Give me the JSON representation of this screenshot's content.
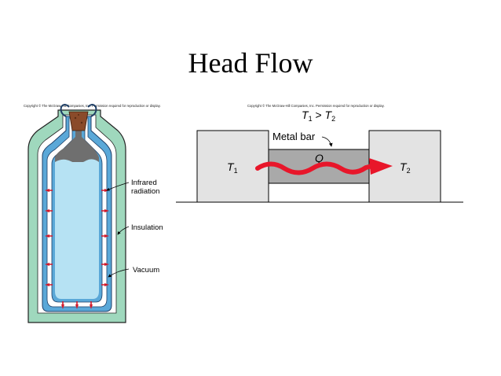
{
  "title": "Head Flow",
  "copyright_left": "Copyright © The McGraw-Hill Companies, Inc. Permission required for reproduction or display.",
  "copyright_right": "Copyright © The McGraw-Hill Companies, Inc. Permission required for reproduction or display.",
  "thermos": {
    "labels": {
      "infrared_line1": "Infrared",
      "infrared_line2": "radiation",
      "insulation": "Insulation",
      "vacuum": "Vacuum"
    }
  },
  "bar_diagram": {
    "condition_t1": "T",
    "condition_t1_sub": "1",
    "condition_op": " > ",
    "condition_t2": "T",
    "condition_t2_sub": "2",
    "metal_bar_label": "Metal bar",
    "heat_label": "Q",
    "left_block_t": "T",
    "left_block_sub": "1",
    "right_block_t": "T",
    "right_block_sub": "2"
  },
  "colors": {
    "outer_casing": "#9fd8bd",
    "liquid": "#b6e2f3",
    "glass_wall": "#5aa8d8",
    "cork": "#8a4b2a",
    "blocks": "#e3e3e3",
    "bar": "#a9a9a9",
    "heat_arrow": "#e8162a",
    "infrared_arrows": "#d2192b"
  }
}
